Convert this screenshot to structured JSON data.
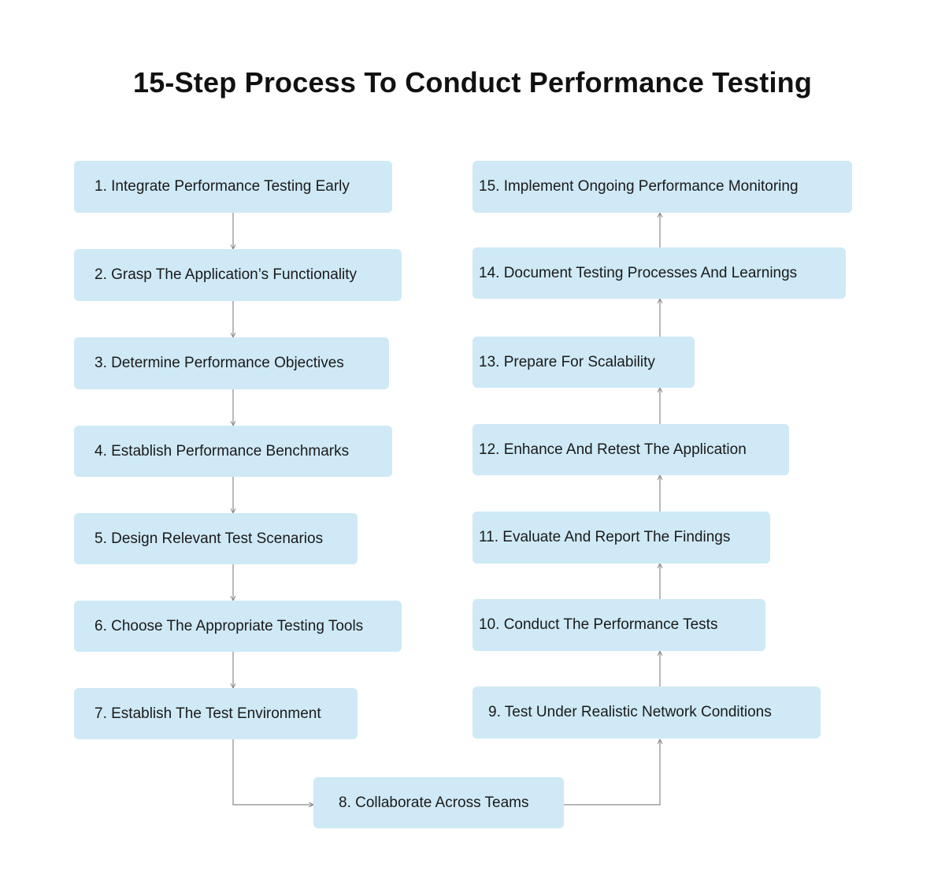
{
  "title": "15-Step Process To Conduct Performance Testing",
  "colors": {
    "box_fill": "#cfe9f6",
    "connector": "#8a8a8a",
    "text": "#1a1a1a"
  },
  "steps": [
    "1. Integrate Performance Testing Early",
    "2. Grasp The Application’s Functionality",
    "3.  Determine Performance Objectives",
    "4.  Establish Performance Benchmarks",
    "5. Design Relevant Test Scenarios",
    "6. Choose The Appropriate Testing Tools",
    "7. Establish The Test Environment",
    "8. Collaborate Across Teams",
    "9. Test Under Realistic Network Conditions",
    "10. Conduct The Performance Tests",
    "11. Evaluate And Report The Findings",
    "12. Enhance And Retest The Application",
    "13. Prepare For Scalability",
    "14.  Document Testing Processes And Learnings",
    "15.  Implement Ongoing Performance Monitoring"
  ]
}
